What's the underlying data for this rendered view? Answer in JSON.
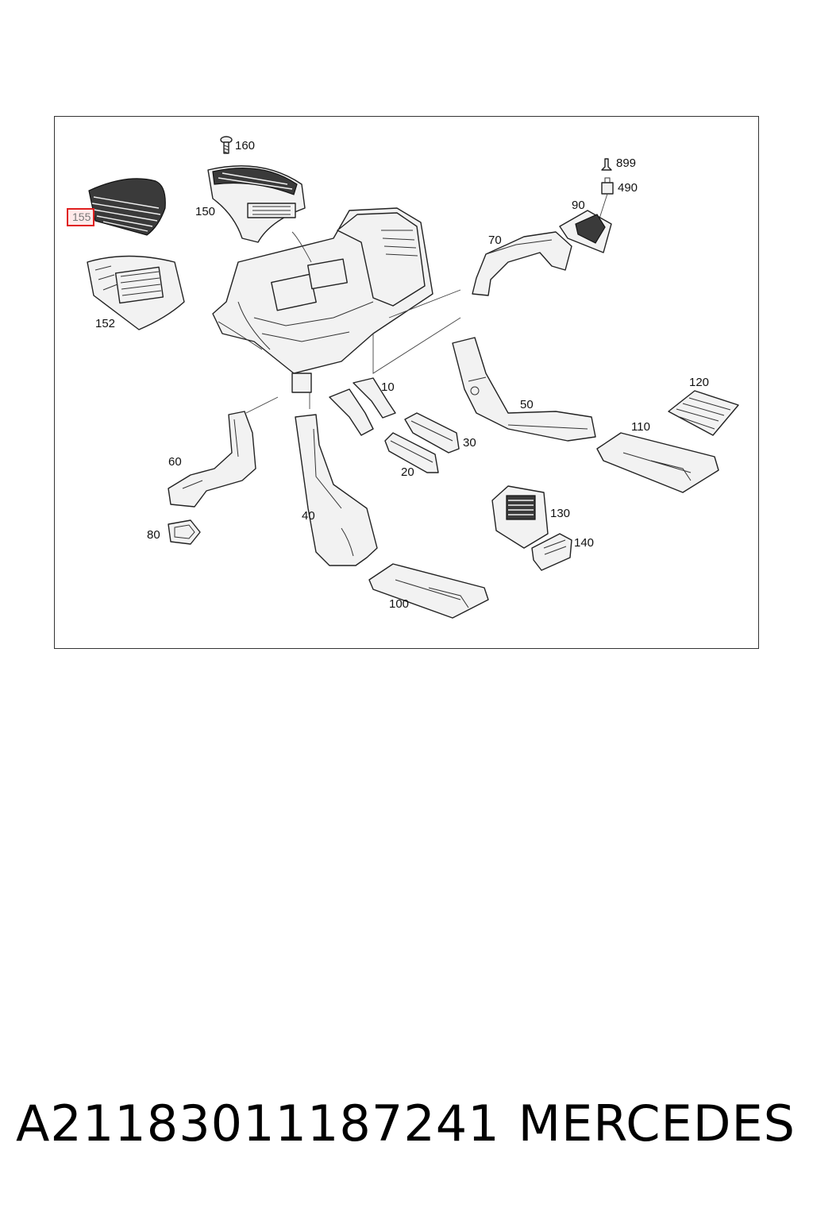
{
  "diagram": {
    "callouts": [
      {
        "id": "160",
        "label": "160"
      },
      {
        "id": "155",
        "label": "155",
        "highlighted": true
      },
      {
        "id": "150",
        "label": "150"
      },
      {
        "id": "152",
        "label": "152"
      },
      {
        "id": "899",
        "label": "899"
      },
      {
        "id": "490",
        "label": "490"
      },
      {
        "id": "90",
        "label": "90"
      },
      {
        "id": "70",
        "label": "70"
      },
      {
        "id": "10",
        "label": "10"
      },
      {
        "id": "50",
        "label": "50"
      },
      {
        "id": "120",
        "label": "120"
      },
      {
        "id": "110",
        "label": "110"
      },
      {
        "id": "30",
        "label": "30"
      },
      {
        "id": "20",
        "label": "20"
      },
      {
        "id": "60",
        "label": "60"
      },
      {
        "id": "40",
        "label": "40"
      },
      {
        "id": "80",
        "label": "80"
      },
      {
        "id": "130",
        "label": "130"
      },
      {
        "id": "140",
        "label": "140"
      },
      {
        "id": "100",
        "label": "100"
      }
    ],
    "highlight_color": "#e02020"
  },
  "caption": {
    "part_number": "A21183011187241",
    "brand": "MERCEDES"
  }
}
